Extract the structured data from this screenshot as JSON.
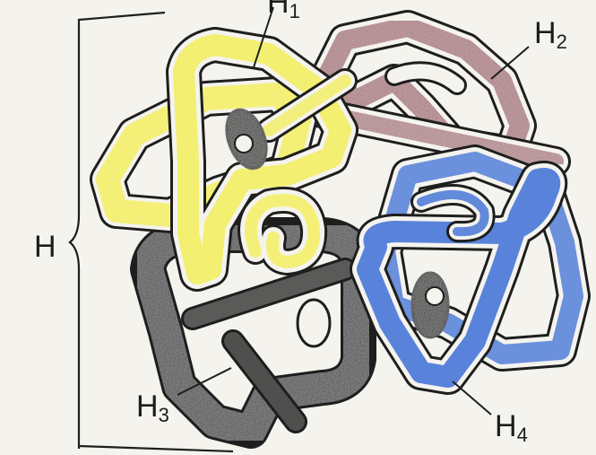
{
  "labels": {
    "total": "H",
    "h1": {
      "base": "H",
      "sub": "1"
    },
    "h2": {
      "base": "H",
      "sub": "2"
    },
    "h3": {
      "base": "H",
      "sub": "3"
    },
    "h4": {
      "base": "H",
      "sub": "4"
    }
  },
  "colors": {
    "background": "#f4f3ee",
    "outline": "#1e1e1e",
    "h1_subunit": "#f3ee62",
    "h2_subunit": "#9a4a58",
    "h3_subunit": "#4a4a48",
    "h4_subunit": "#3d6fd6"
  }
}
